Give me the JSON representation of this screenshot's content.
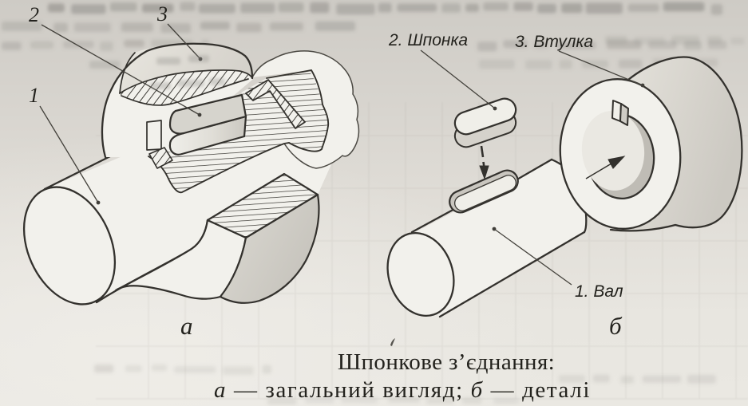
{
  "page": {
    "type": "scanned textbook figure",
    "language": "Ukrainian"
  },
  "figure_a": {
    "sub_caption": "а",
    "part_numbers": {
      "shaft": "1",
      "key": "2",
      "bushing": "3"
    }
  },
  "figure_b": {
    "sub_caption": "б",
    "labels": {
      "key": "2. Шпонка",
      "bushing": "3. Втулка",
      "shaft": "1. Вал"
    }
  },
  "caption": {
    "title": "Шпонкове з’єднання:",
    "detail_a": "а",
    "detail_mid": " — загальний вигляд; ",
    "detail_b": "б",
    "detail_tail": " — деталі"
  },
  "colors": {
    "paper": "#d7d4ce",
    "ink": "#33312d",
    "surface-white": "#f2f1ec",
    "surface-gray": "#d6d3cc",
    "surface-dark": "#c7c4bd",
    "bleed": "#8f8d88"
  }
}
